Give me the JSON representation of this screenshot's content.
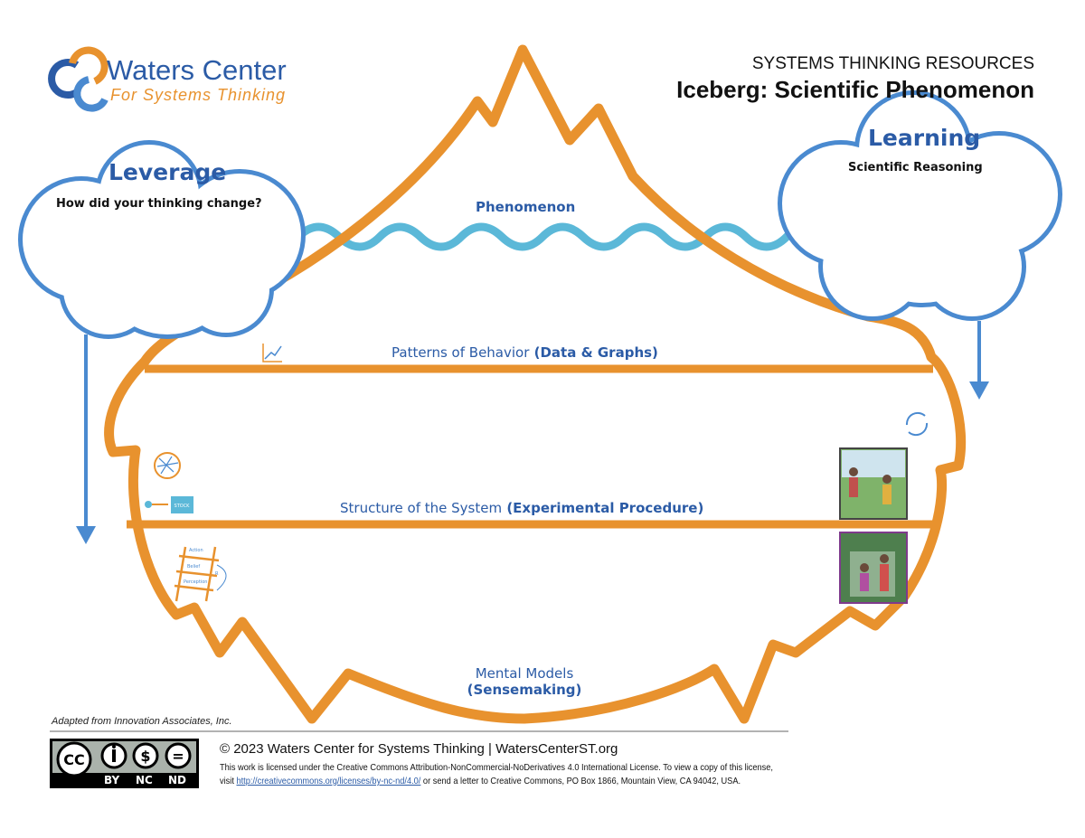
{
  "header": {
    "logo_name": "Waters Center",
    "logo_tagline": "For Systems Thinking",
    "kicker": "SYSTEMS THINKING RESOURCES",
    "title": "Iceberg: Scientific Phenomenon"
  },
  "clouds": {
    "leverage": {
      "title": "Leverage",
      "prompt": "How did your thinking change?"
    },
    "learning": {
      "title": "Learning",
      "prompt": "Scientific Reasoning"
    }
  },
  "levels": {
    "phenomenon": "Phenomenon",
    "patterns": {
      "label": "Patterns of Behavior",
      "sub": "(Data & Graphs)"
    },
    "structure": {
      "label": "Structure of the System",
      "sub": "(Experimental Procedure)"
    },
    "mental_models": {
      "label": "Mental Models",
      "sub": "(Sensemaking)"
    }
  },
  "icons": {
    "stock_label": "STOCK",
    "ladder": [
      "Action",
      "Belief",
      "Perception"
    ],
    "ladder_loop": "R"
  },
  "footer": {
    "attribution": "Adapted from Innovation Associates, Inc.",
    "copyright": "© 2023 Waters Center for Systems Thinking | WatersCenterST.org",
    "license_text_1": "This work is licensed under the Creative Commons Attribution-NonCommercial-NoDerivatives 4.0 International License. To view a copy of this license,",
    "license_text_2a": "visit ",
    "license_link": "http://creativecommons.org/licenses/by-nc-nd/4.0/",
    "license_text_2b": " or send a letter to Creative Commons, PO Box 1866, Mountain View, CA 94042, USA.",
    "cc_badge": [
      "BY",
      "NC",
      "ND"
    ]
  },
  "colors": {
    "orange": "#E8922E",
    "blue": "#2B5BA6",
    "cloud": "#4A8AD0",
    "wave": "#5BB8D8"
  }
}
